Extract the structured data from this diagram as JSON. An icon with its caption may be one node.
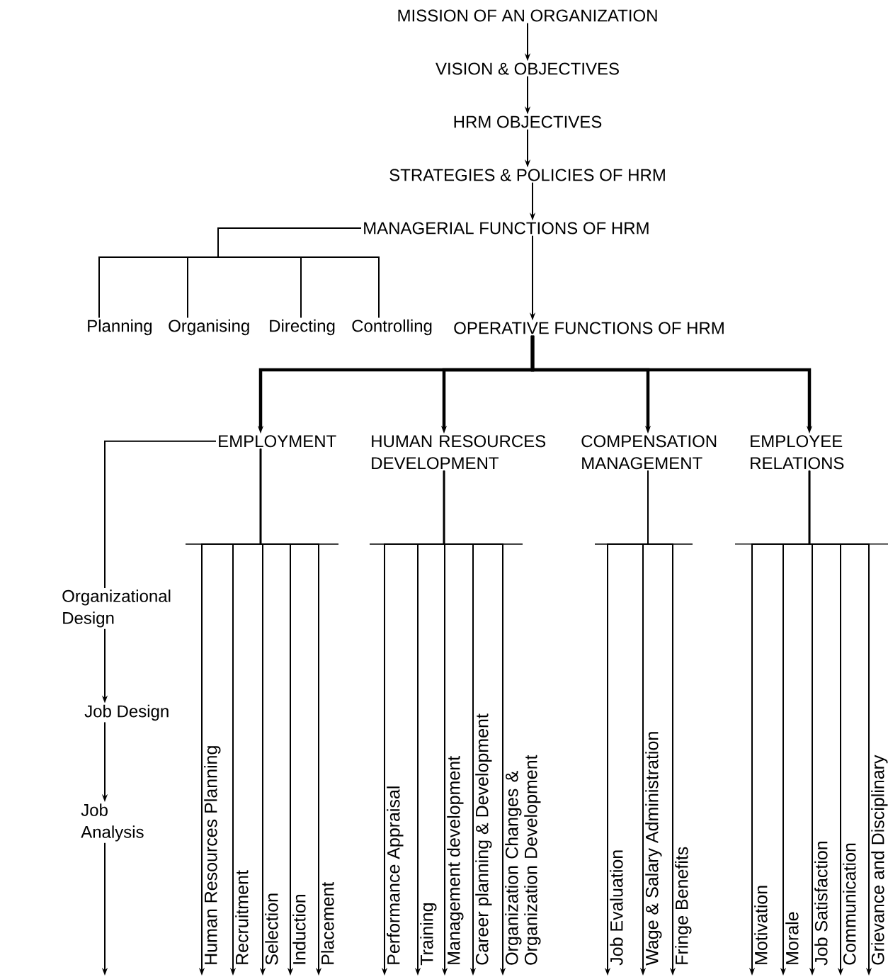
{
  "diagram": {
    "nodes": [
      {
        "text": [
          "MISSION OF AN ORGANIZATION"
        ]
      },
      {
        "text": [
          "VISION & OBJECTIVES"
        ]
      },
      {
        "text": [
          "HRM OBJECTIVES"
        ]
      },
      {
        "text": [
          "STRATEGIES & POLICIES OF HRM"
        ]
      },
      {
        "text": [
          "MANAGERIAL FUNCTIONS OF HRM"
        ]
      },
      {
        "text": [
          "Planning"
        ]
      },
      {
        "text": [
          "Organising"
        ]
      },
      {
        "text": [
          "Directing"
        ]
      },
      {
        "text": [
          "Controlling"
        ]
      },
      {
        "text": [
          "OPERATIVE FUNCTIONS OF HRM"
        ]
      },
      {
        "text": [
          "EMPLOYMENT"
        ]
      },
      {
        "text": [
          "HUMAN RESOURCES DEVELOPMENT"
        ]
      },
      {
        "text": [
          "COMPENSATION MANAGEMENT"
        ]
      },
      {
        "text": [
          "EMPLOYEE RELATIONS"
        ]
      },
      {
        "text": [
          "Organizational Design"
        ]
      },
      {
        "text": [
          "Job Design"
        ]
      },
      {
        "text": [
          "Job Analysis"
        ]
      },
      {
        "text": [
          "Human Resources Planning"
        ]
      },
      {
        "text": [
          "Recruitment"
        ]
      },
      {
        "text": [
          "Selection"
        ]
      },
      {
        "text": [
          "Induction"
        ]
      },
      {
        "text": [
          "Placement"
        ]
      },
      {
        "text": [
          "Performance Appraisal"
        ]
      },
      {
        "text": [
          "Training"
        ]
      },
      {
        "text": [
          "Management development"
        ]
      },
      {
        "text": [
          "Career planning & Development"
        ]
      },
      {
        "text": [
          "Organization Changes & Organization Development"
        ]
      },
      {
        "text": [
          "Job Evaluation"
        ]
      },
      {
        "text": [
          "Wage & Salary Administration"
        ]
      },
      {
        "text": [
          "Fringe Benefits"
        ]
      },
      {
        "text": [
          "Motivation"
        ]
      },
      {
        "text": [
          "Morale"
        ]
      },
      {
        "text": [
          "Job Satisfaction"
        ]
      },
      {
        "text": [
          "Communication"
        ]
      },
      {
        "text": [
          "Grievance and Disciplinary"
        ]
      }
    ],
    "edges": [
      {
        "from": 0,
        "to": 1,
        "arrow": "to"
      },
      {
        "from": 1,
        "to": 2,
        "arrow": "to"
      },
      {
        "from": 2,
        "to": 3,
        "arrow": "to"
      },
      {
        "from": 3,
        "to": 4,
        "arrow": "to"
      },
      {
        "from": 4,
        "to": 5,
        "arrow": "none"
      },
      {
        "from": 4,
        "to": 6,
        "arrow": "none"
      },
      {
        "from": 4,
        "to": 7,
        "arrow": "none"
      },
      {
        "from": 4,
        "to": 8,
        "arrow": "none"
      },
      {
        "from": 4,
        "to": 9,
        "arrow": "to"
      },
      {
        "from": 9,
        "to": 10,
        "arrow": "to",
        "style": "thick"
      },
      {
        "from": 9,
        "to": 11,
        "arrow": "to",
        "style": "thick"
      },
      {
        "from": 9,
        "to": 12,
        "arrow": "to",
        "style": "thick"
      },
      {
        "from": 9,
        "to": 13,
        "arrow": "to",
        "style": "thick"
      },
      {
        "from": 10,
        "to": 14,
        "arrow": "none"
      },
      {
        "from": 14,
        "to": 15,
        "arrow": "to"
      },
      {
        "from": 15,
        "to": 16,
        "arrow": "to"
      },
      {
        "from": 16,
        "to": null,
        "arrow": "to"
      },
      {
        "from": 10,
        "to": 17,
        "arrow": "to"
      },
      {
        "from": 10,
        "to": 18,
        "arrow": "to"
      },
      {
        "from": 10,
        "to": 19,
        "arrow": "to"
      },
      {
        "from": 10,
        "to": 20,
        "arrow": "to"
      },
      {
        "from": 10,
        "to": 21,
        "arrow": "to"
      },
      {
        "from": 11,
        "to": 22,
        "arrow": "to"
      },
      {
        "from": 11,
        "to": 23,
        "arrow": "to"
      },
      {
        "from": 11,
        "to": 24,
        "arrow": "to"
      },
      {
        "from": 11,
        "to": 25,
        "arrow": "to"
      },
      {
        "from": 11,
        "to": 26,
        "arrow": "to"
      },
      {
        "from": 12,
        "to": 27,
        "arrow": "to"
      },
      {
        "from": 12,
        "to": 28,
        "arrow": "to"
      },
      {
        "from": 12,
        "to": 29,
        "arrow": "to"
      },
      {
        "from": 13,
        "to": 30,
        "arrow": "to"
      },
      {
        "from": 13,
        "to": 31,
        "arrow": "to"
      },
      {
        "from": 13,
        "to": 32,
        "arrow": "to"
      },
      {
        "from": 13,
        "to": 33,
        "arrow": "to"
      },
      {
        "from": 13,
        "to": 34,
        "arrow": "to"
      }
    ]
  }
}
